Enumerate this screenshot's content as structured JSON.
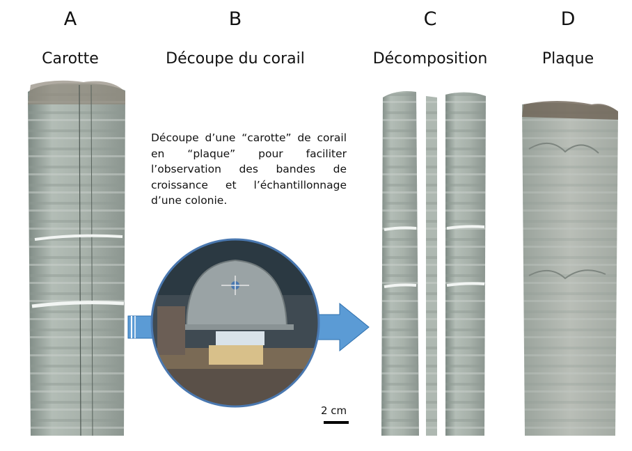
{
  "panels": [
    {
      "letter": "A",
      "title": "Carotte"
    },
    {
      "letter": "B",
      "title": "Découpe du corail"
    },
    {
      "letter": "C",
      "title": "Décomposition"
    },
    {
      "letter": "D",
      "title": "Plaque"
    }
  ],
  "description": "Découpe d’une “carotte” de corail en “plaque” pour faciliter l’observation des bandes de croissance et l’échantillonnage d’une colonie.",
  "scale": {
    "label": "2 cm"
  },
  "colors": {
    "arrow": "#5b9bd5",
    "arrow_stroke": "#2e6fad",
    "circle_border": "#4a78b0",
    "core": "#a9b5ad"
  }
}
